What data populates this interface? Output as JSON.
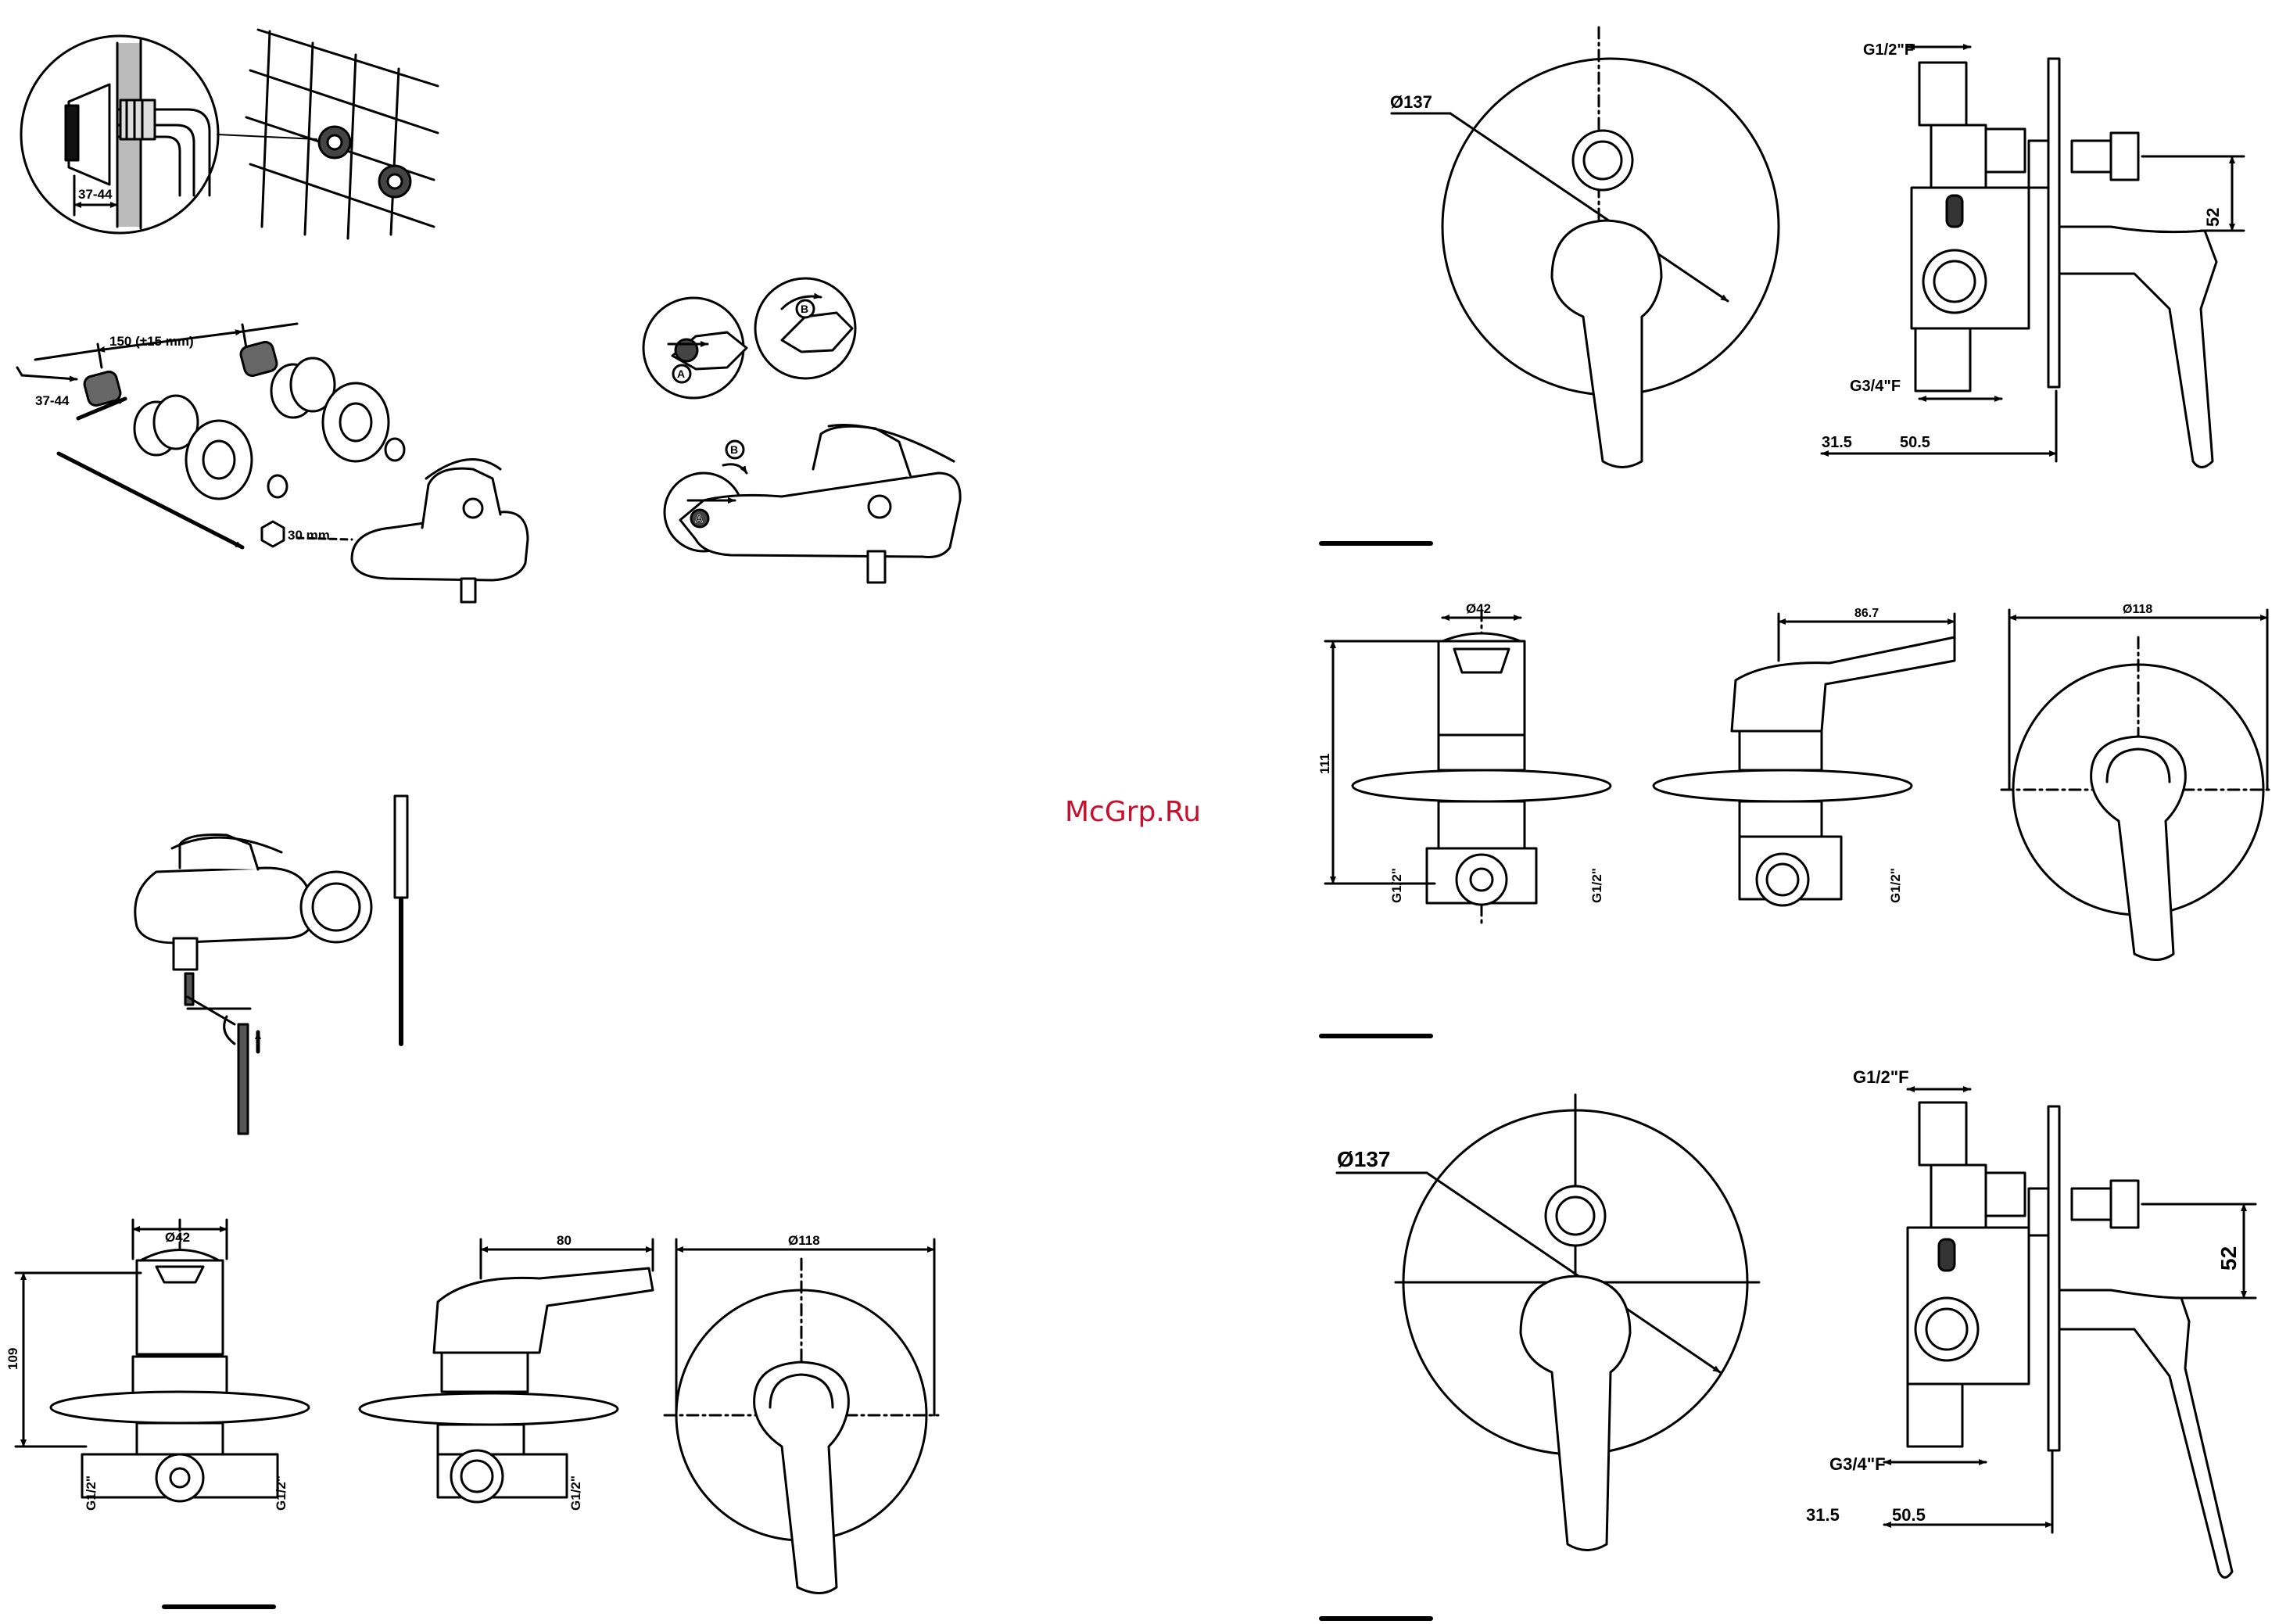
{
  "watermark": "McGrp.Ru",
  "install_detail": {
    "depth_range": "37-44"
  },
  "mounting": {
    "spacing": "150 (±15 mm)",
    "depth_range": "37-44",
    "wrench_size": "30 mm"
  },
  "handle_sequence": {
    "marker_a": "A",
    "marker_b": "B"
  },
  "shower_mixer": {
    "diameter_top": "Ø42",
    "height": "109",
    "inlet_left": "G1/2\"",
    "inlet_right": "G1/2\"",
    "inlet_side": "G1/2\"",
    "handle_length": "80",
    "rosette_diameter": "Ø118"
  },
  "concealed_top": {
    "plate_diameter": "Ø137",
    "inlet_top": "G1/2\"F",
    "offset": "52",
    "outlet_bottom": "G3/4\"F",
    "depth_min": "31.5",
    "depth_max": "50.5"
  },
  "concealed_mid": {
    "diameter_top": "Ø42",
    "height": "111",
    "inlet_left": "G1/2\"",
    "inlet_right": "G1/2\"",
    "inlet_side": "G1/2\"",
    "handle_length": "86.7",
    "rosette_diameter": "Ø118"
  },
  "concealed_bottom": {
    "plate_diameter": "Ø137",
    "inlet_top": "G1/2\"F",
    "offset": "52",
    "outlet_bottom": "G3/4\"F",
    "depth_min": "31.5",
    "depth_max": "50.5"
  }
}
